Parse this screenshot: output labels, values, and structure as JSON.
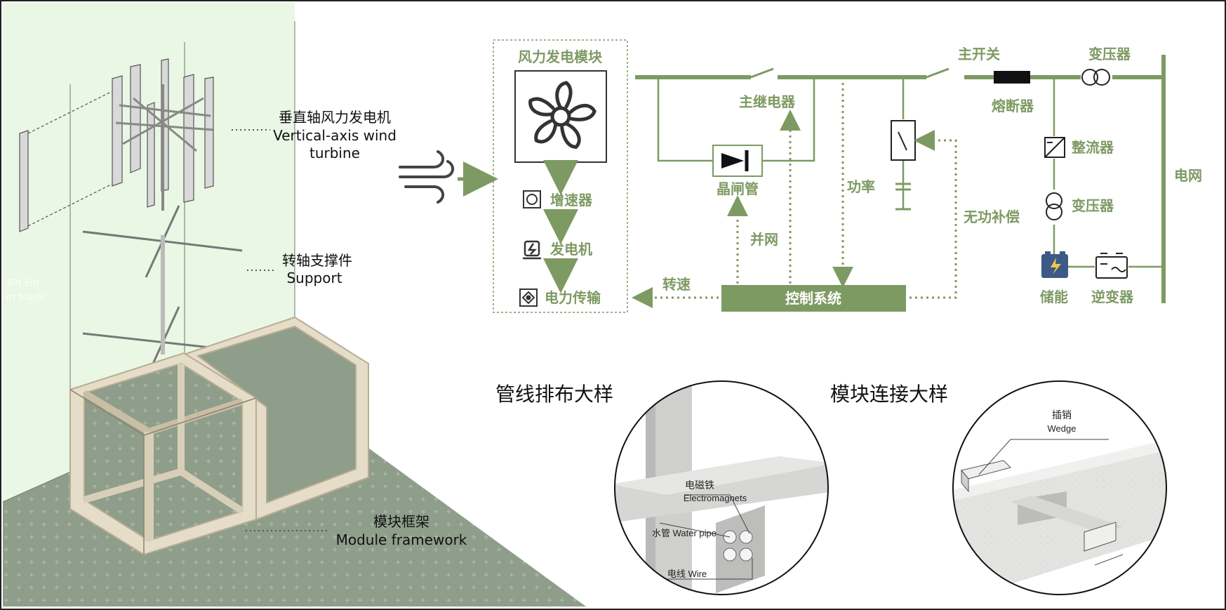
{
  "colors": {
    "accent_green": "#7e9a63",
    "panel_tint": "#e9f7e4",
    "floor_gray": "#8f9e8a",
    "frame_beige": "#e6ddc8"
  },
  "left_axon": {
    "turbine_label_cn": "垂直轴风力发电机",
    "turbine_label_en_1": "Vertical-axis wind",
    "turbine_label_en_2": "turbine",
    "support_label_cn": "转轴支撑件",
    "support_label_en": "Support",
    "frame_label_cn": "模块框架",
    "frame_label_en": "Module framework",
    "faded_note_1": "8叶3m",
    "faded_note_2": "m blade"
  },
  "circuit": {
    "module_title": "风力发电模块",
    "gearbox": "增速器",
    "generator": "发电机",
    "transmission": "电力传输",
    "relay": "主继电器",
    "main_switch": "主开关",
    "fuse": "熔断器",
    "transformer_top": "变压器",
    "thyristor": "晶闸管",
    "power": "功率",
    "reactive_comp": "无功补偿",
    "rectifier": "整流器",
    "transformer_mid": "变压器",
    "grid": "电网",
    "grid_connect": "并网",
    "speed": "转速",
    "control": "控制系统",
    "storage": "储能",
    "inverter": "逆变器"
  },
  "detail_pipes": {
    "title": "管线排布大样",
    "electromagnet_cn": "电磁铁",
    "electromagnet_en": "Electromagnets",
    "water_pipe": "水管  Water pipe",
    "wire": "电线  Wire"
  },
  "detail_joint": {
    "title": "模块连接大样",
    "wedge_cn": "插销",
    "wedge_en": "Wedge"
  }
}
